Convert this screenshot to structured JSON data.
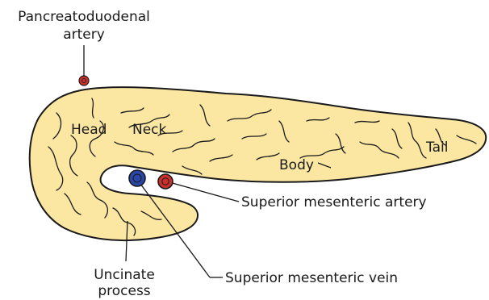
{
  "labels": {
    "pancreatoduodenal_artery_line1": "Pancreatoduodenal",
    "pancreatoduodenal_artery_line2": "artery",
    "head": "Head",
    "neck": "Neck",
    "body": "Body",
    "tail": "Tail",
    "superior_mesenteric_artery": "Superior mesenteric artery",
    "superior_mesenteric_vein": "Superior mesenteric vein",
    "uncinate_process_line1": "Uncinate",
    "uncinate_process_line2": "process"
  },
  "colors": {
    "pancreas_fill": "#fbe7a1",
    "artery": "#c9302c",
    "vein": "#2a46a8",
    "outline": "#1a1a1a"
  },
  "icons": {
    "artery_vessel": "red-vessel-cross-section",
    "vein_vessel": "blue-vessel-cross-section"
  }
}
